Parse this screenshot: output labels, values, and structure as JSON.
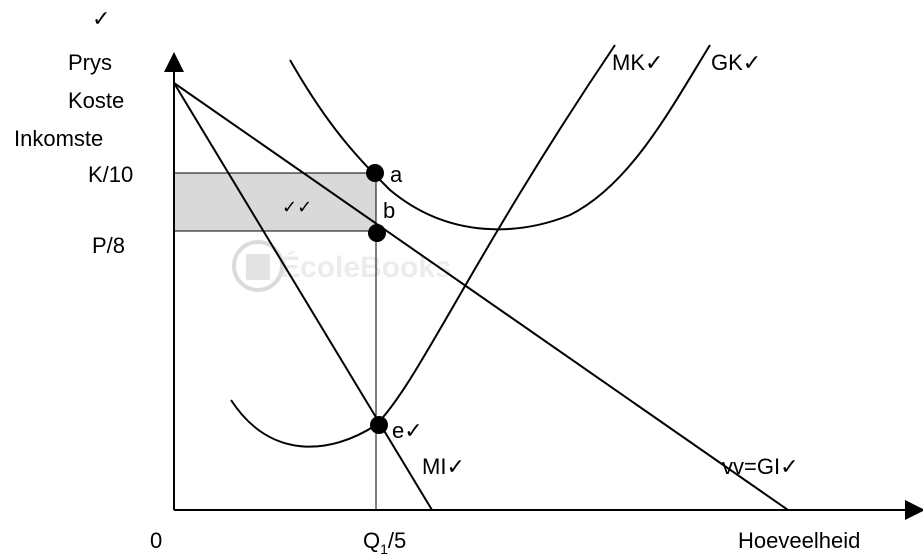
{
  "diagram": {
    "top_check": "✓",
    "y_axis_labels": [
      "Prys",
      "Koste",
      "Inkomste"
    ],
    "x_axis_label": "Hoeveelheid",
    "origin": "0",
    "price_cost_labels": {
      "cost": "K/10",
      "price": "P/8"
    },
    "quantity_label": {
      "main": "Q",
      "sub": "1",
      "suffix": "/5"
    },
    "curves": {
      "mk": "MK✓",
      "gk": "GK✓",
      "mi": "MI✓",
      "demand": "vv=GI✓"
    },
    "points": {
      "a": "a",
      "b": "b",
      "e": "e✓"
    },
    "shaded_marks": "✓✓",
    "watermark": "ÉcoleBooks"
  }
}
